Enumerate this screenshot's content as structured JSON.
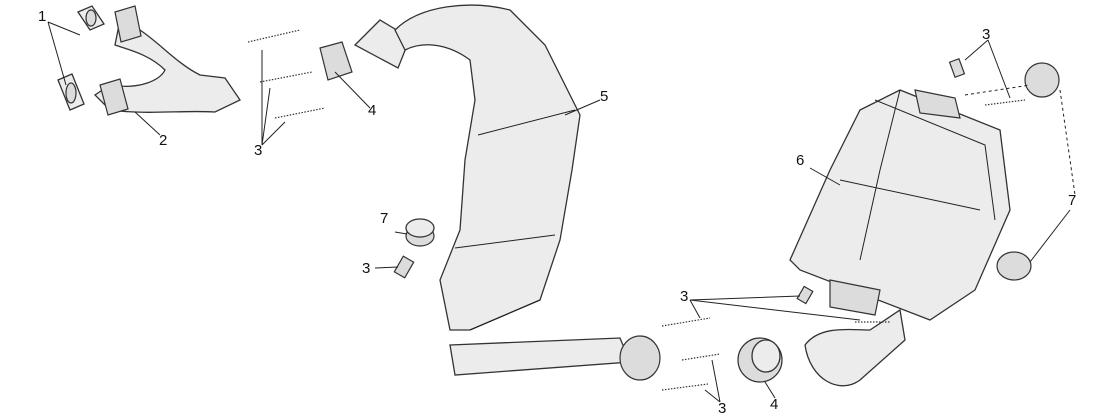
{
  "diagram": {
    "callouts": [
      {
        "id": "c1",
        "text": "1"
      },
      {
        "id": "c2",
        "text": "2"
      },
      {
        "id": "c3a",
        "text": "3"
      },
      {
        "id": "c4a",
        "text": "4"
      },
      {
        "id": "c5",
        "text": "5"
      },
      {
        "id": "c6",
        "text": "6"
      },
      {
        "id": "c3b",
        "text": "3"
      },
      {
        "id": "c7a",
        "text": "7"
      },
      {
        "id": "c7b",
        "text": "7"
      },
      {
        "id": "c3c",
        "text": "3"
      },
      {
        "id": "c3d",
        "text": "3"
      },
      {
        "id": "c3e",
        "text": "3"
      },
      {
        "id": "c4b",
        "text": "4"
      }
    ]
  }
}
